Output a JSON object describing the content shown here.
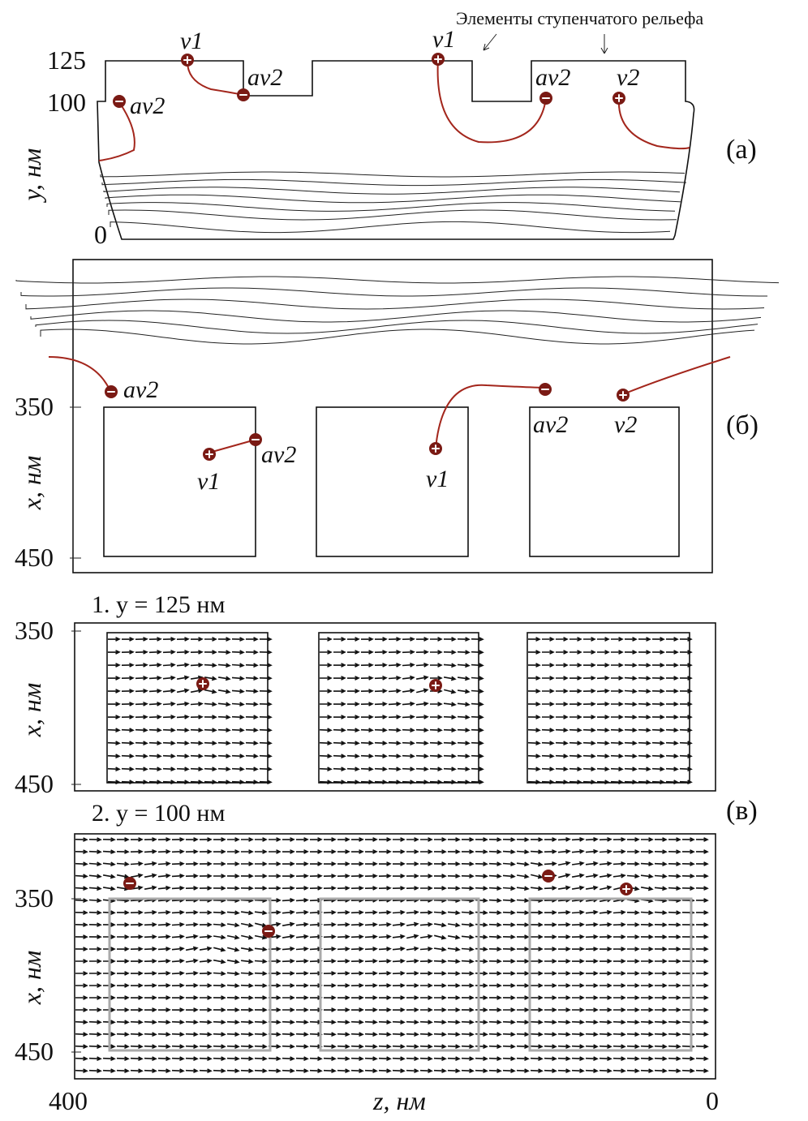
{
  "figure": {
    "annotation": "Элементы ступенчатого рельефа",
    "colors": {
      "vortex": "#7a1a14",
      "contour_red": "#a3261c",
      "grey_box": "#aaaaaa"
    },
    "panel_a": {
      "label": "(a)",
      "y_axis_label": "y, нм",
      "y_ticks": [
        "125",
        "100",
        "0"
      ],
      "markers": [
        {
          "name": "v1",
          "sign": "+"
        },
        {
          "name": "av2",
          "sign": "-"
        },
        {
          "name": "v1",
          "sign": "+"
        },
        {
          "name": "av2",
          "sign": "-"
        },
        {
          "name": "v2",
          "sign": "+"
        },
        {
          "name": "av2",
          "sign": "-"
        }
      ]
    },
    "panel_b": {
      "label": "(б)",
      "x_axis_label": "x, нм",
      "x_ticks": [
        "350",
        "450"
      ],
      "markers": [
        {
          "name": "av2",
          "sign": "-"
        },
        {
          "name": "v1",
          "sign": "+"
        },
        {
          "name": "av2",
          "sign": "-"
        },
        {
          "name": "v1",
          "sign": "+"
        },
        {
          "name": "av2",
          "sign": "-"
        },
        {
          "name": "v2",
          "sign": "+"
        }
      ]
    },
    "panel_c": {
      "label": "(в)",
      "sub1_title": "1. y = 125 нм",
      "sub2_title": "2. y = 100 нм",
      "x_axis_label": "x, нм",
      "x_ticks": [
        "350",
        "450"
      ],
      "z_axis_label": "z, нм",
      "z_ticks": [
        "400",
        "0"
      ]
    }
  }
}
